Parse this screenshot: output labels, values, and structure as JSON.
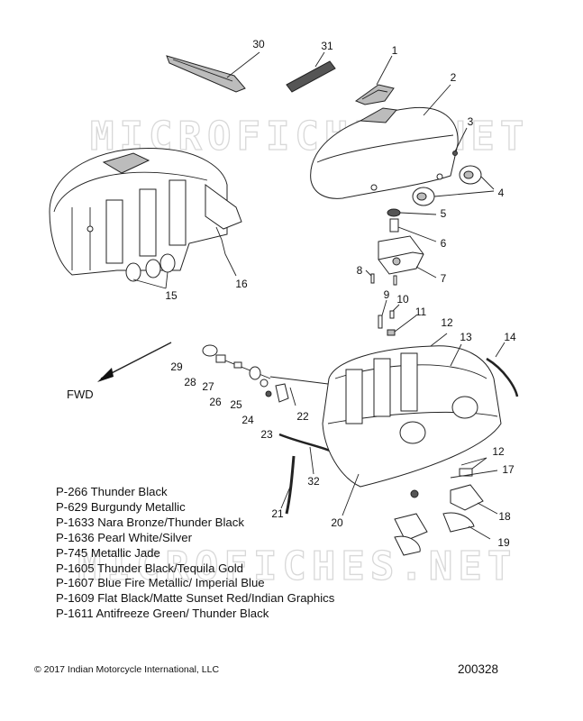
{
  "watermarks": [
    "MICROFICHES.NET",
    "MICROFICHES.NET"
  ],
  "forward_label": "FWD",
  "callouts": [
    "1",
    "2",
    "3",
    "4",
    "5",
    "6",
    "7",
    "8",
    "9",
    "10",
    "11",
    "12",
    "13",
    "14",
    "15",
    "16",
    "17",
    "18",
    "19",
    "20",
    "21",
    "22",
    "23",
    "24",
    "25",
    "26",
    "27",
    "28",
    "29",
    "30",
    "31",
    "32",
    "12"
  ],
  "paint_codes": [
    "P-266  Thunder Black",
    "P-629  Burgundy Metallic",
    "P-1633 Nara Bronze/Thunder Black",
    "P-1636 Pearl White/Silver",
    "P-745  Metallic Jade",
    "P-1605 Thunder Black/Tequila Gold",
    "P-1607 Blue Fire Metallic/ Imperial Blue",
    "P-1609 Flat Black/Matte Sunset Red/Indian Graphics",
    "P-1611 Antifreeze Green/ Thunder Black"
  ],
  "copyright": "© 2017 Indian Motorcycle International, LLC",
  "diagram_id": "200328"
}
